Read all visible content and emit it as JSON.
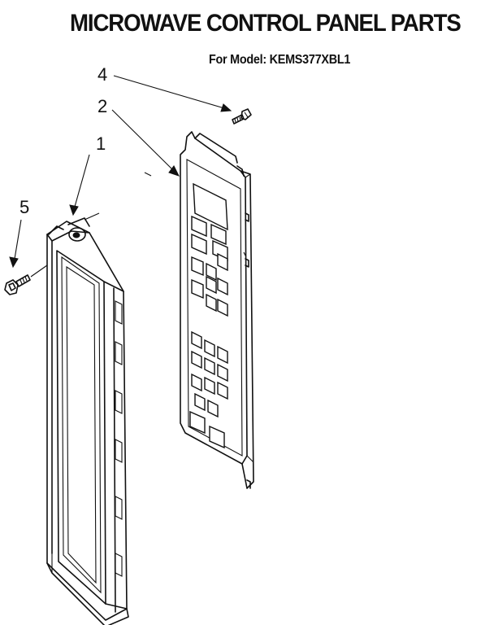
{
  "title": "MICROWAVE CONTROL PANEL PARTS",
  "model_line": "For Model: KEMS377XBL1",
  "callouts": {
    "c1": "1",
    "c2": "2",
    "c4": "4",
    "c5": "5"
  }
}
